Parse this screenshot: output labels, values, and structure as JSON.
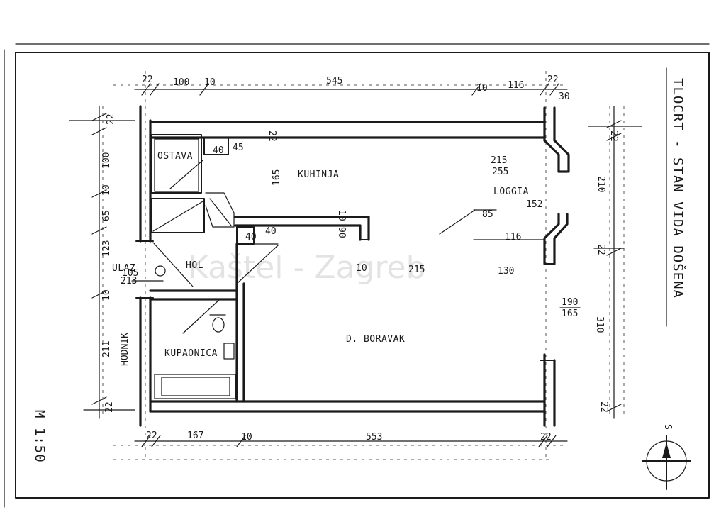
{
  "title": "TLOCRT - STAN VIDA DOŠENA",
  "scale": "M 1:50",
  "watermark": "Kaštel - Zagreb",
  "compass_label": "S",
  "rooms": {
    "ostava": "OSTAVA",
    "kuhinja": "KUHINJA",
    "loggia": "LOGGIA",
    "ulaz": "ULAZ",
    "hol": "HOL",
    "kupaonica": "KUPAONICA",
    "boravak": "D. BORAVAK"
  },
  "dims_top": {
    "d22": "22",
    "d100": "100",
    "d10a": "10",
    "d545": "545",
    "d10b": "10",
    "d116": "116",
    "d22r": "22",
    "d30": "30"
  },
  "dims_bottom": {
    "d22l": "22",
    "d167": "167",
    "d10": "10",
    "d553": "553",
    "d22r": "22"
  },
  "dims_left": {
    "d22t": "22",
    "d100": "100",
    "d10": "10",
    "d65": "65",
    "d123": "123",
    "d10b": "10",
    "d211": "211",
    "d22b": "22",
    "hodnik": "HODNIK"
  },
  "dims_right": {
    "d22t": "22",
    "d210": "210",
    "d22m": "22",
    "d310": "310",
    "d22b": "22"
  },
  "dims_inner": {
    "d22k": "22",
    "d40a": "40",
    "d45": "45",
    "d165": "165",
    "d40b": "40",
    "d40c": "40",
    "d10k": "10",
    "d90": "90",
    "d215a": "215",
    "d255": "255",
    "d152": "152",
    "d85": "85",
    "d116l": "116",
    "d105": "105",
    "d213": "213",
    "d10h": "10",
    "d215b": "215",
    "d130": "130",
    "d190": "190",
    "d165b": "165"
  }
}
